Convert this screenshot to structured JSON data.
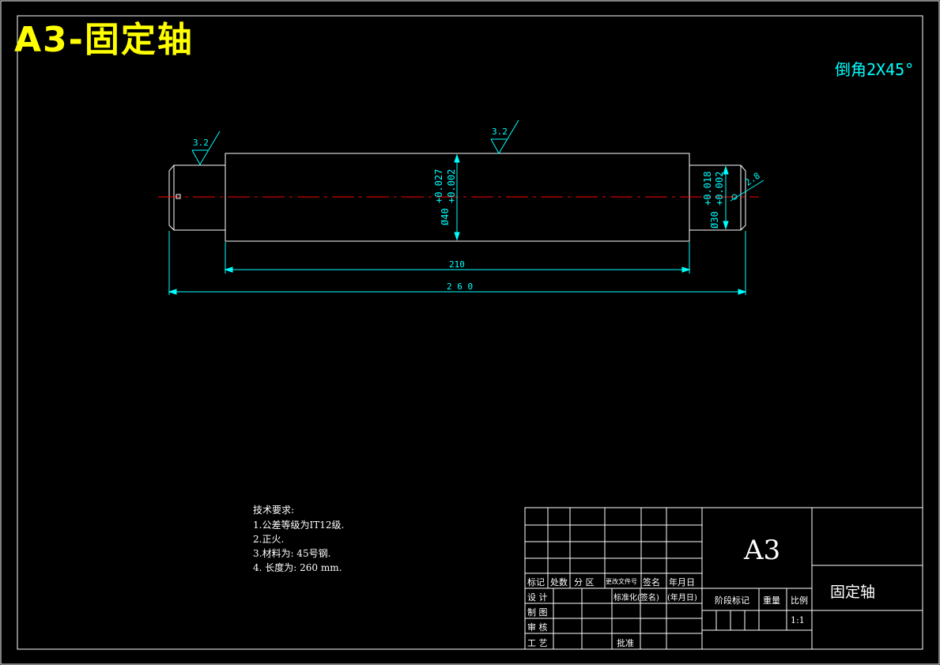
{
  "title": "A3-固定轴",
  "note_chamfer": "倒角2X45°",
  "drawing": {
    "roughness_left": "3.2",
    "roughness_mid": "3.2",
    "roughness_right": "2.8",
    "dia_large": "Ø40",
    "dia_large_tol_upper": "+0.027",
    "dia_large_tol_lower": "+0.002",
    "dia_small": "Ø30",
    "dia_small_tol_upper": "+0.018",
    "dia_small_tol_lower": "+0.002",
    "dim_210": "210",
    "dim_260": "2 6 0"
  },
  "tech_requirements": {
    "heading": "技术要求:",
    "items": [
      "1.公差等级为IT12级.",
      "2.正火.",
      "3.材料为: 45号钢.",
      "4. 长度为: 260 mm."
    ]
  },
  "title_block": {
    "row_labels": [
      "标记",
      "处数",
      "分  区",
      "更改文件号",
      "签名",
      "年月日"
    ],
    "design": "设  计",
    "draw": "制  图",
    "review": "审  核",
    "process": "工  艺",
    "std": "标准化(签名)",
    "date": "(年月日)",
    "approve": "批准",
    "stage": "阶段标记",
    "weight": "重量",
    "scale_label": "比例",
    "scale": "1:1",
    "size": "A3",
    "part_name": "固定轴"
  },
  "colors": {
    "outline": "#ffffff",
    "dimension": "#00ffff",
    "centerline": "#ff0000",
    "title": "#ffff00"
  }
}
